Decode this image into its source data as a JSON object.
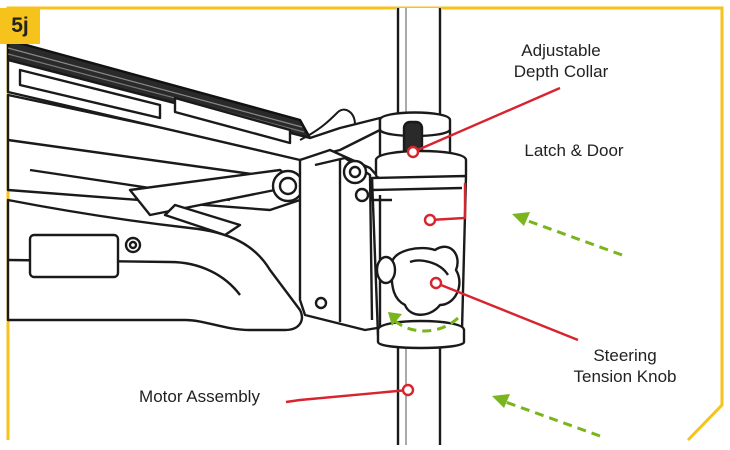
{
  "step": {
    "number": "5j"
  },
  "callouts": {
    "depth_collar": [
      "Adjustable",
      "Depth Collar"
    ],
    "latch_door": "Latch & Door",
    "steering_knob": [
      "Steering",
      "Tension Knob"
    ],
    "motor_assembly": "Motor Assembly"
  },
  "colors": {
    "frame": "#f6c21c",
    "leader": "#d8242f",
    "arrow": "#7ab51d",
    "ink": "#1a1a1a"
  }
}
